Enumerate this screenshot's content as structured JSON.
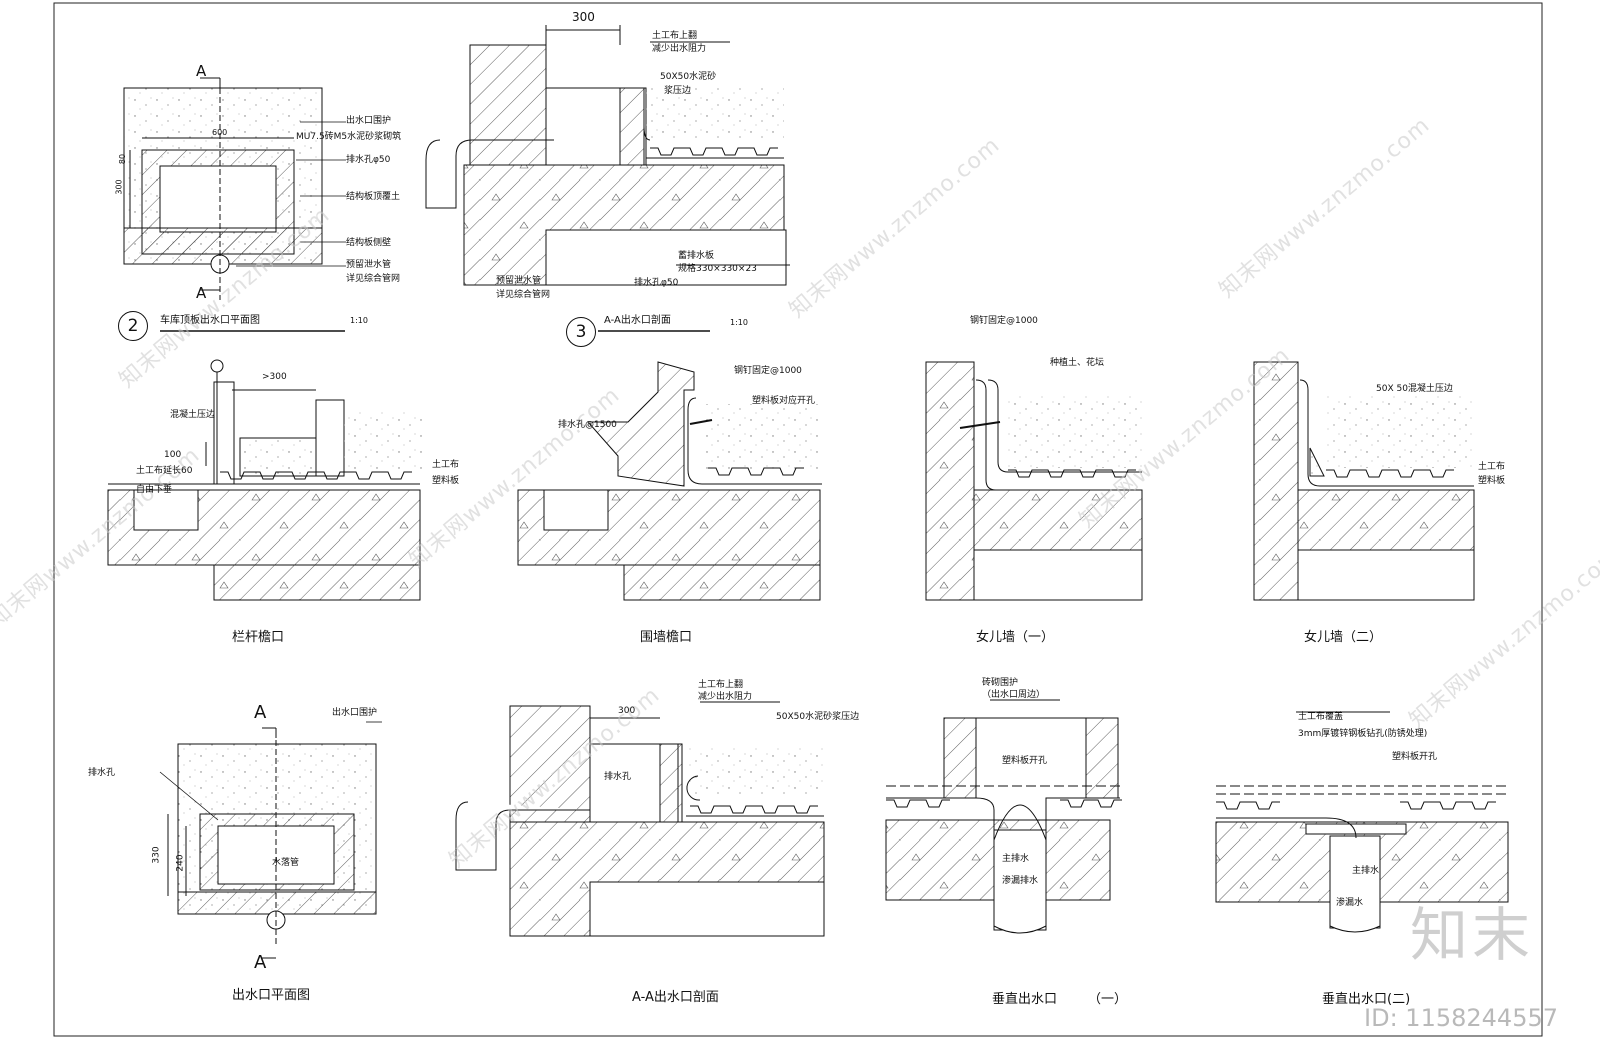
{
  "plan_a": {
    "section_mark_top": "A",
    "section_mark_bottom": "A",
    "dim_width": "600",
    "dim_depth": "300",
    "dim_top": "80",
    "labels": [
      "出水口围护",
      "MU7.5砖M5水泥砂浆砌筑",
      "排水孔φ50",
      "结构板顶覆土",
      "结构板侧壁",
      "预留泄水管",
      "详见综合管网"
    ],
    "ref_no": "2",
    "title": "车库顶板出水口平面图",
    "scale": "1:10"
  },
  "section_aa_1": {
    "dim": "300",
    "labels": [
      "土工布上翻",
      "减少出水阻力",
      "50X50水泥砂",
      "浆压边",
      "蓄排水板",
      "规格330×330×23",
      "排水孔φ50",
      "预留泄水管",
      "详见综合管网"
    ],
    "ref_no": "3",
    "title": "A-A出水口剖面",
    "scale": "1:10"
  },
  "railing": {
    "dim": ">300",
    "dim_side": "100",
    "labels": [
      "混凝土压边",
      "土工布延长60",
      "自由下垂",
      "土工布",
      "塑料板"
    ],
    "title": "栏杆檐口"
  },
  "wall_eave": {
    "labels": [
      "钢钉固定@1000",
      "塑料板对应开孔",
      "排水孔@1500"
    ],
    "title": "围墙檐口"
  },
  "parapet_1": {
    "labels": [
      "钢钉固定@1000",
      "种植土、花坛"
    ],
    "title": "女儿墙（一）"
  },
  "parapet_2": {
    "labels": [
      "50X 50混凝土压边",
      "土工布",
      "塑料板"
    ],
    "title": "女儿墙（二）"
  },
  "outlet_plan": {
    "section_mark_top": "A",
    "section_mark_bottom": "A",
    "dim_outer": "330",
    "dim_inner": "240",
    "labels": [
      "出水口围护",
      "排水孔",
      "水落管"
    ],
    "title": "出水口平面图"
  },
  "section_aa_2": {
    "dim": "300",
    "labels": [
      "土工布上翻",
      "减少出水阻力",
      "50X50水泥砂浆压边",
      "排水孔"
    ],
    "title": "A-A出水口剖面"
  },
  "vertical_1": {
    "labels": [
      "砖砌围护",
      "（出水口周边）",
      "塑料板开孔",
      "主排水",
      "渗漏排水"
    ],
    "title": "垂直出水口",
    "title_suffix": "（一）"
  },
  "vertical_2": {
    "labels": [
      "土工布覆盖",
      "3mm厚镀锌钢板钻孔(防锈处理)",
      "塑料板开孔",
      "主排水",
      "渗漏水"
    ],
    "title": "垂直出水口(二)"
  },
  "watermarks": [
    "知末网www.znzmo.com"
  ],
  "brand": "知末",
  "id_text": "ID: 1158244557"
}
